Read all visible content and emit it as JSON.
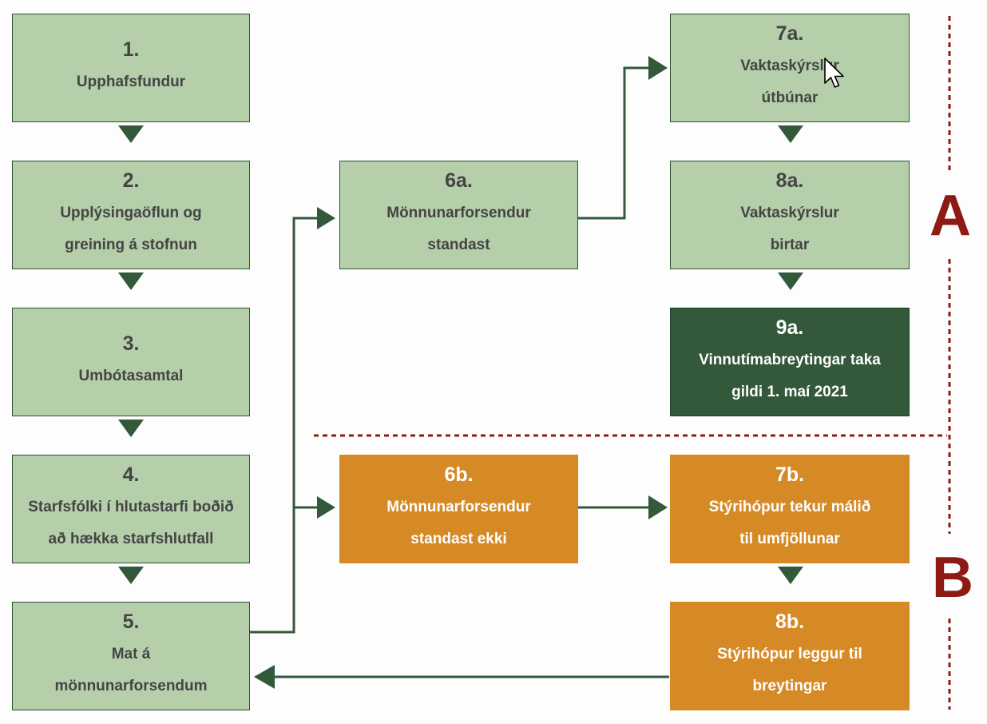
{
  "steps": {
    "s1": {
      "num": "1.",
      "label": "Upphafsfundur"
    },
    "s2": {
      "num": "2.",
      "label": "Upplýsingaöflun og\ngreining á stofnun"
    },
    "s3": {
      "num": "3.",
      "label": "Umbótasamtal"
    },
    "s4": {
      "num": "4.",
      "label": "Starfsfólki í hlutastarfi boðið\nað hækka starfshlutfall"
    },
    "s5": {
      "num": "5.",
      "label": "Mat á\nmönnunarforsendum"
    },
    "s6a": {
      "num": "6a.",
      "label": "Mönnunarforsendur\nstandast"
    },
    "s7a": {
      "num": "7a.",
      "label": "Vaktaskýrslur\nútbúnar"
    },
    "s8a": {
      "num": "8a.",
      "label": "Vaktaskýrslur\nbirtar"
    },
    "s9a": {
      "num": "9a.",
      "label": "Vinnutímabreytingar taka\ngildi 1. maí 2021"
    },
    "s6b": {
      "num": "6b.",
      "label": "Mönnunarforsendur\nstandast ekki"
    },
    "s7b": {
      "num": "7b.",
      "label": "Stýrihópur tekur málið\ntil umfjöllunar"
    },
    "s8b": {
      "num": "8b.",
      "label": "Stýrihópur leggur til\nbreytingar"
    }
  },
  "zones": {
    "a": "A",
    "b": "B"
  },
  "colors": {
    "light_box": "#b5cfab",
    "dark_box": "#33583a",
    "orange_box": "#d68a26",
    "arrow": "#33583a",
    "divider": "#8e1a14"
  }
}
